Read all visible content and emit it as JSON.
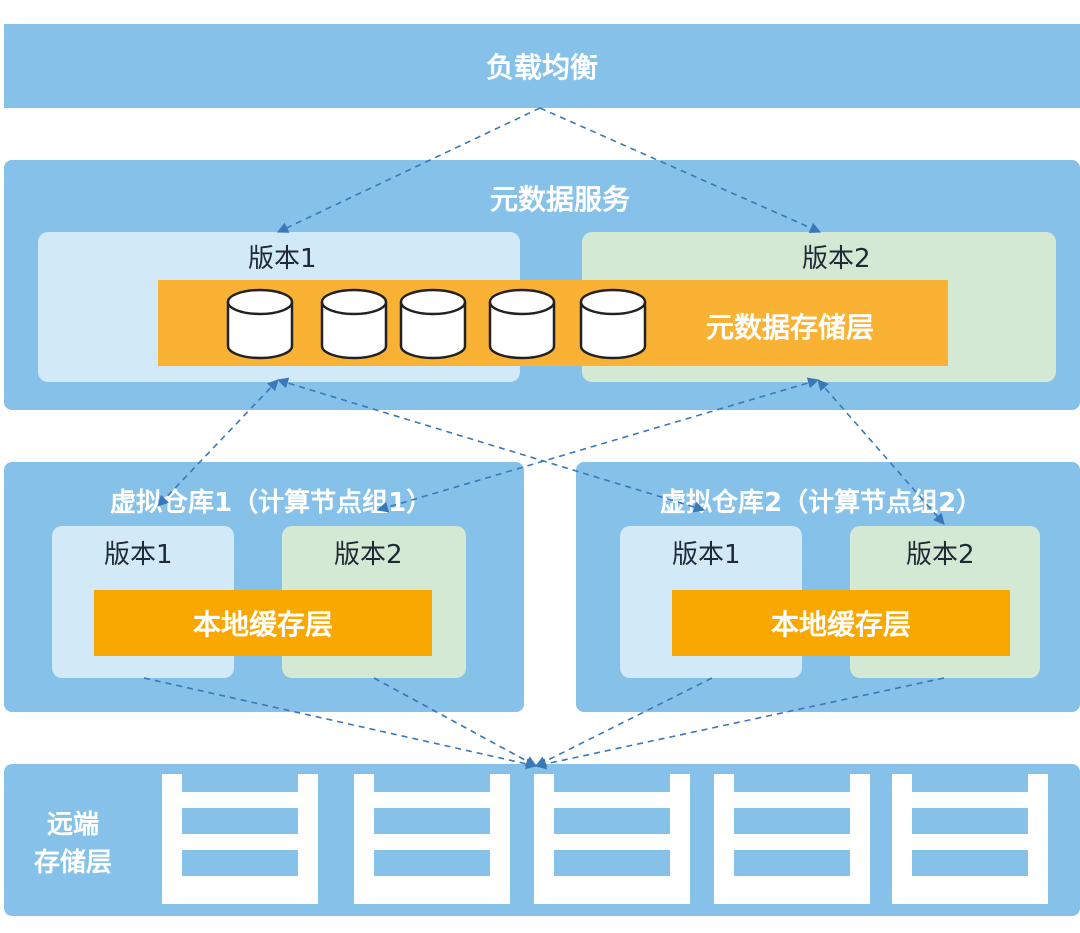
{
  "load_balancer": {
    "label": "负载均衡"
  },
  "metadata_service": {
    "title": "元数据服务",
    "version_1": "版本1",
    "version_2": "版本2",
    "storage_label": "元数据存储层"
  },
  "warehouses": [
    {
      "title": "虚拟仓库1（计算节点组1）",
      "version_1": "版本1",
      "version_2": "版本2",
      "cache_label": "本地缓存层"
    },
    {
      "title": "虚拟仓库2（计算节点组2）",
      "version_1": "版本1",
      "version_2": "版本2",
      "cache_label": "本地缓存层"
    }
  ],
  "remote_storage": {
    "line1": "远端",
    "line2": "存储层"
  },
  "colors": {
    "panel_blue": "#86c1ea",
    "version1_bg": "#d2eaf7",
    "version2_bg": "#d4e9d4",
    "storage_orange": "#f9b233",
    "cache_orange": "#f8a800",
    "arrow": "#3a78b8"
  },
  "icons": {
    "database": "database-cylinder-icon",
    "shelf": "storage-shelf-icon"
  }
}
